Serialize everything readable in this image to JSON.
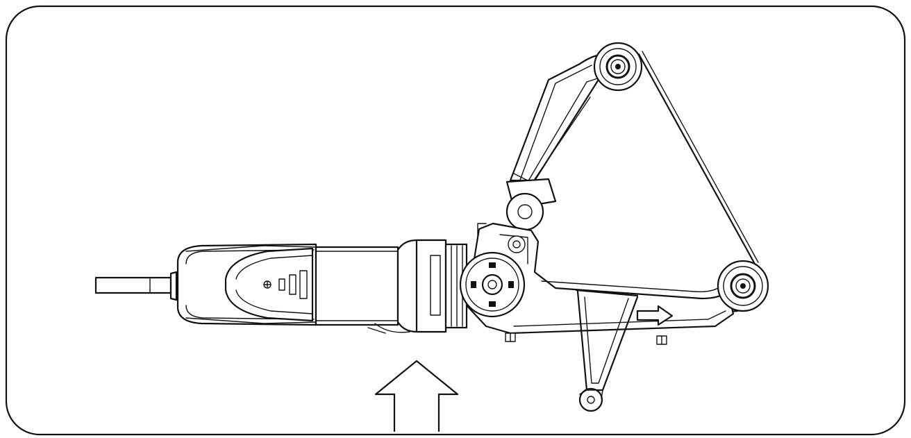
{
  "diagram": {
    "subject": "belt-sander-attachment-on-angle-grinder",
    "belt_direction_arrow": "right",
    "insertion_arrow": "up",
    "line_color": "#111111",
    "background_color": "#ffffff"
  }
}
